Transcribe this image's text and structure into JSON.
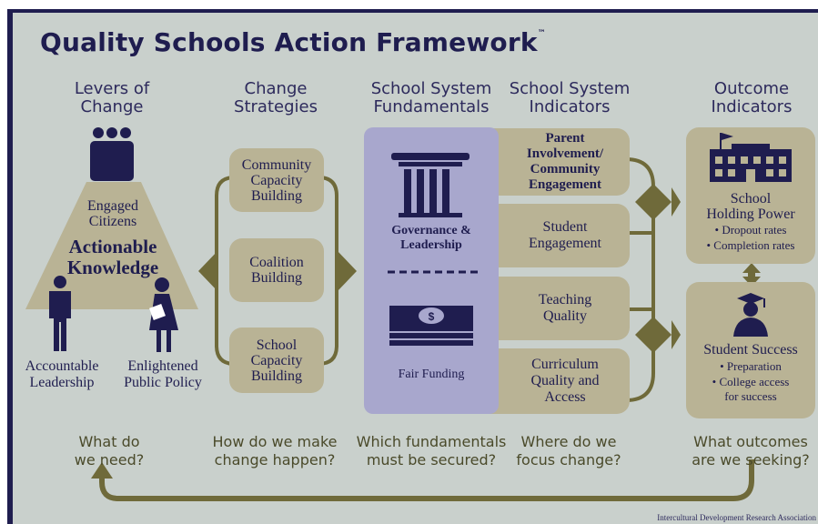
{
  "title": "Quality Schools Action Framework",
  "trademark": "™",
  "columns": [
    {
      "heading_line1": "Levers of",
      "heading_line2": "Change",
      "question_line1": "What do",
      "question_line2": "we need?"
    },
    {
      "heading_line1": "Change",
      "heading_line2": "Strategies",
      "question_line1": "How do we make",
      "question_line2": "change happen?"
    },
    {
      "heading_line1": "School System",
      "heading_line2": "Fundamentals",
      "question_line1": "Which fundamentals",
      "question_line2": "must be secured?"
    },
    {
      "heading_line1": "School System",
      "heading_line2": "Indicators",
      "question_line1": "Where do we",
      "question_line2": "focus change?"
    },
    {
      "heading_line1": "Outcome",
      "heading_line2": "Indicators",
      "question_line1": "What outcomes",
      "question_line2": "are we seeking?"
    }
  ],
  "levers": {
    "engaged_line1": "Engaged",
    "engaged_line2": "Citizens",
    "actionable_line1": "Actionable",
    "actionable_line2": "Knowledge",
    "accountable_line1": "Accountable",
    "accountable_line2": "Leadership",
    "enlightened_line1": "Enlightened",
    "enlightened_line2": "Public Policy"
  },
  "strategies": [
    {
      "line1": "Community",
      "line2": "Capacity",
      "line3": "Building"
    },
    {
      "line1": "Coalition",
      "line2": "Building",
      "line3": ""
    },
    {
      "line1": "School",
      "line2": "Capacity",
      "line3": "Building"
    }
  ],
  "fundamentals": {
    "governance_line1": "Governance &",
    "governance_line2": "Leadership",
    "funding": "Fair Funding"
  },
  "indicators": [
    {
      "line1": "Parent",
      "line2": "Involvement/",
      "line3": "Community",
      "line4": "Engagement"
    },
    {
      "line1": "Student",
      "line2": "Engagement",
      "line3": "",
      "line4": ""
    },
    {
      "line1": "Teaching",
      "line2": "Quality",
      "line3": "",
      "line4": ""
    },
    {
      "line1": "Curriculum",
      "line2": "Quality and",
      "line3": "Access",
      "line4": ""
    }
  ],
  "outcomes": {
    "holding_line1": "School",
    "holding_line2": "Holding Power",
    "holding_bullet1": "• Dropout rates",
    "holding_bullet2": "• Completion rates",
    "success_title": "Student Success",
    "success_bullet1": "• Preparation",
    "success_bullet2": "• College access",
    "success_bullet3": "for success"
  },
  "credit": "Intercultural Development Research Association",
  "colors": {
    "navy": "#1f1d4f",
    "panel": "#c9d0cc",
    "tan": "#b9b395",
    "olive": "#6f6a3a",
    "lavender": "#a8a7cd"
  }
}
